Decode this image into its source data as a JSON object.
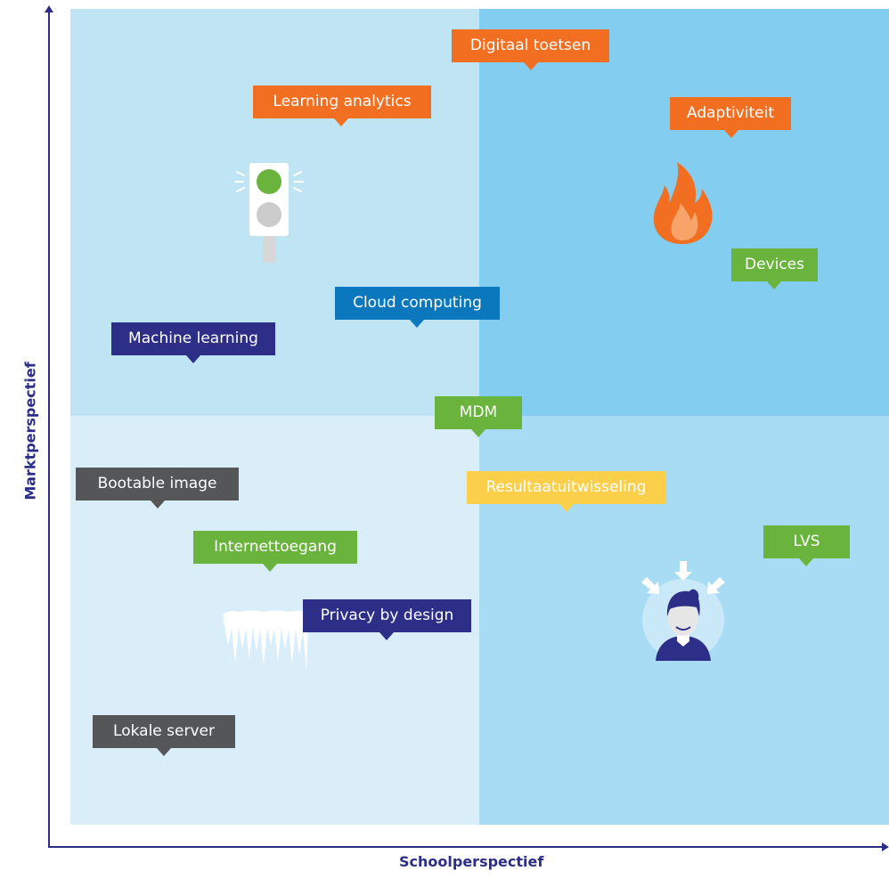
{
  "axes": {
    "x_label": "Schoolperspectief",
    "y_label": "Marktperspectief"
  },
  "tags": {
    "digitaal_toetsen": "Digitaal toetsen",
    "learning_analytics": "Learning analytics",
    "adaptiviteit": "Adaptiviteit",
    "devices": "Devices",
    "cloud_computing": "Cloud computing",
    "machine_learning": "Machine learning",
    "mdm": "MDM",
    "bootable_image": "Bootable image",
    "resultaatuitwisseling": "Resultaatuitwisseling",
    "lvs": "LVS",
    "internettoegang": "Internettoegang",
    "privacy_by_design": "Privacy by design",
    "lokale_server": "Lokale server"
  },
  "colors": {
    "orange": "#f26f21",
    "green": "#6ab43e",
    "navy": "#2d2e87",
    "blue": "#0b78be",
    "grey": "#555658",
    "yellow": "#fccf4b"
  },
  "icons": {
    "top_left": "traffic-light-icon",
    "top_right": "flame-icon",
    "bottom_left": "icicles-icon",
    "bottom_right": "person-pressure-icon"
  }
}
